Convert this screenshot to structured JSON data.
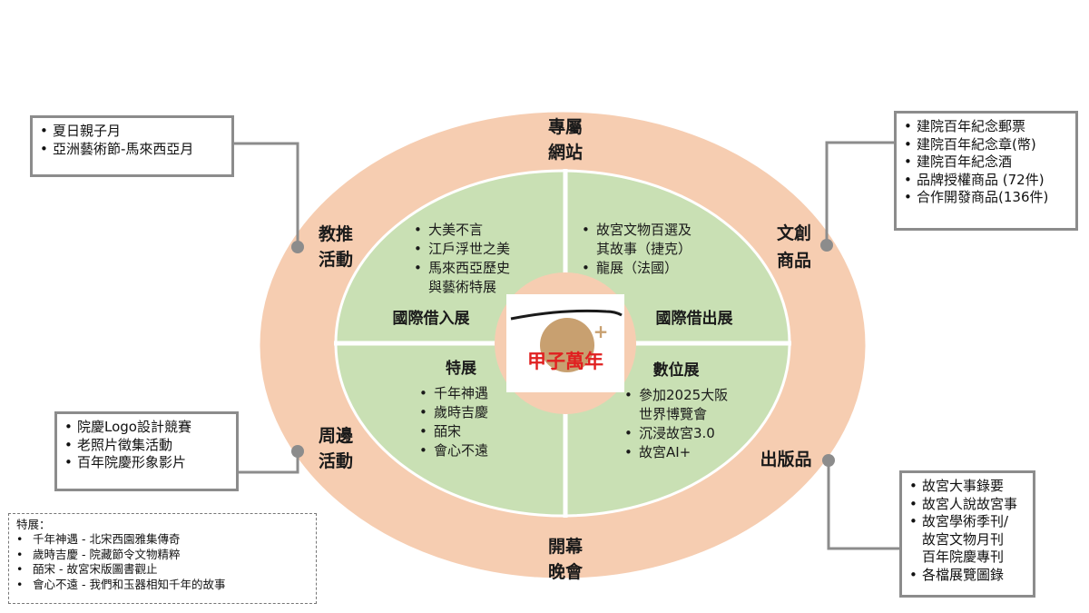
{
  "ring_labels": {
    "top": [
      "專屬",
      "網站"
    ],
    "bottom": [
      "開幕",
      "晚會"
    ],
    "left_upper": [
      "教推",
      "活動"
    ],
    "left_lower": [
      "周邊",
      "活動"
    ],
    "right_upper": [
      "文創",
      "商品"
    ],
    "right_lower": "出版品"
  },
  "quadrants": {
    "top_left": {
      "title": "國際借入展",
      "items": [
        "大美不言",
        "江戶浮世之美",
        "馬來西亞歷史",
        "與藝術特展"
      ]
    },
    "top_right": {
      "title": "國際借出展",
      "items": [
        "故宮文物百選及",
        "其故事（捷克）",
        "龍展（法國）"
      ]
    },
    "bottom_left": {
      "title": "特展",
      "items": [
        "千年神遇",
        "歲時吉慶",
        "皕宋",
        "會心不遠"
      ]
    },
    "bottom_right": {
      "title": "數位展",
      "items": [
        "參加2025大阪",
        "世界博覽會",
        "沉浸故宮3.0",
        "故宮AI+"
      ]
    }
  },
  "center": {
    "logo_text": "甲子萬年",
    "plus": "+"
  },
  "boxes": {
    "education": [
      "夏日親子月",
      "亞洲藝術節-馬來西亞月"
    ],
    "peripheral": [
      "院慶Logo設計競賽",
      "老照片徵集活動",
      "百年院慶形象影片"
    ],
    "merchandise": [
      "建院百年紀念郵票",
      "建院百年紀念章(幣)",
      "建院百年紀念酒",
      "品牌授權商品 (72件)",
      "合作開發商品(136件)"
    ],
    "publications": [
      "故宮大事錄要",
      "故宮人說故宮事",
      "故宮學術季刊/",
      "故宮文物月刊",
      "百年院慶專刊",
      "各檔展覽圖錄"
    ]
  },
  "note": {
    "title": "特展：",
    "items": [
      "千年神遇 - 北宋西園雅集傳奇",
      "歲時吉慶 - 院藏節令文物精粹",
      "皕宋 - 故宮宋版圖書觀止",
      "會心不遠 - 我們和玉器相知千年的故事"
    ]
  },
  "colors": {
    "ring": "#f6cdb1",
    "quadrant": "#c9e0b4",
    "connector": "#8c8c8c",
    "logo_circle": "#c8a070",
    "logo_text": "#e02020"
  },
  "bullet": "•"
}
